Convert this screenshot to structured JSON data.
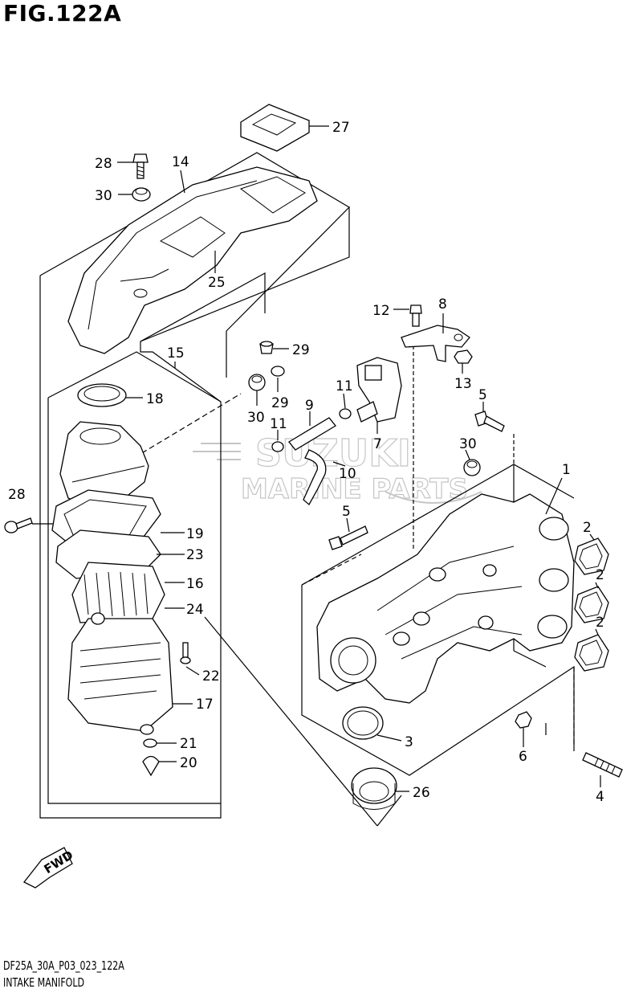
{
  "figure": {
    "title": "FIG.122A",
    "code": "DF25A_30A_P03_023_122A",
    "name": "INTAKE MANIFOLD"
  },
  "watermark": {
    "line1": "SUZUKI",
    "line2": "MARINE PARTS"
  },
  "direction": {
    "label": "FWD"
  },
  "callouts": {
    "c27": "27",
    "c28a": "28",
    "c14": "14",
    "c30a": "30",
    "c25": "25",
    "c15": "15",
    "c18": "18",
    "c29a": "29",
    "c29b": "29",
    "c30b": "30",
    "c12": "12",
    "c8": "8",
    "c13": "13",
    "c11a": "11",
    "c9": "9",
    "c11b": "11",
    "c7": "7",
    "c10": "10",
    "c5a": "5",
    "c30c": "30",
    "c1": "1",
    "c28b": "28",
    "c19": "19",
    "c23": "23",
    "c16": "16",
    "c24": "24",
    "c5b": "5",
    "c2a": "2",
    "c2b": "2",
    "c2c": "2",
    "c22": "22",
    "c17": "17",
    "c21": "21",
    "c20": "20",
    "c3": "3",
    "c6": "6",
    "c4": "4",
    "c26": "26"
  }
}
